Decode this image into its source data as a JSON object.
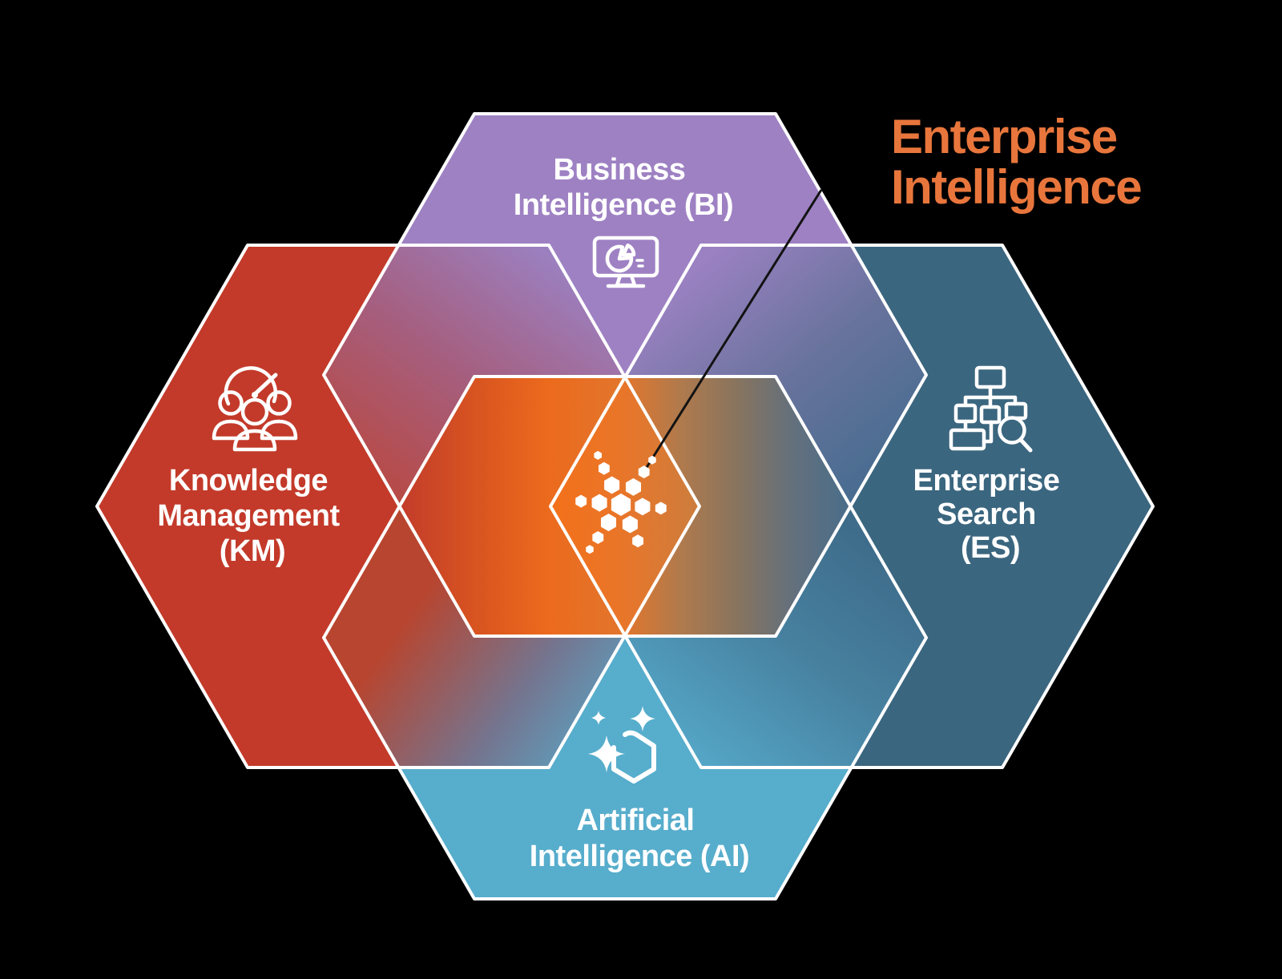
{
  "title": {
    "line1": "Enterprise",
    "line2": "Intelligence"
  },
  "hexagons": {
    "bi": {
      "label": [
        "Business",
        "Intelligence (BI)"
      ],
      "color": "#9e81c3",
      "icon": "monitor-pie-chart-icon"
    },
    "km": {
      "label": [
        "Knowledge",
        "Management",
        "(KM)"
      ],
      "color": "#c33a2a",
      "icon": "team-gauge-icon"
    },
    "es": {
      "label": [
        "Enterprise",
        "Search",
        "(ES)"
      ],
      "color": "#3b667f",
      "icon": "sitemap-magnifier-icon"
    },
    "ai": {
      "label": [
        "Artificial",
        "Intelligence (AI)"
      ],
      "color": "#57adcc",
      "icon": "sparkle-hexagon-icon"
    }
  },
  "center": {
    "icon": "snowflake-icon"
  },
  "colors": {
    "heading": "#e8763c",
    "stroke": "#ffffff",
    "background": "#000000",
    "leader_line": "#131313",
    "center_orange": "#f2701f"
  }
}
